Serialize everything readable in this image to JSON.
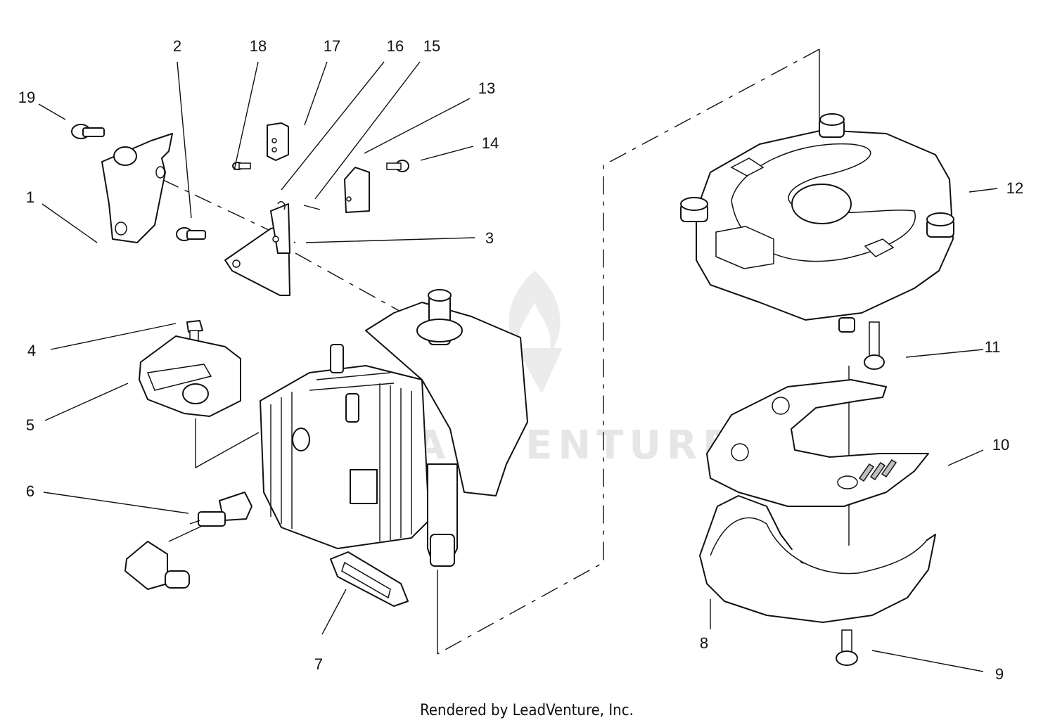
{
  "diagram": {
    "callouts": [
      {
        "id": "1",
        "text": "1"
      },
      {
        "id": "2",
        "text": "2"
      },
      {
        "id": "3",
        "text": "3"
      },
      {
        "id": "4",
        "text": "4"
      },
      {
        "id": "5",
        "text": "5"
      },
      {
        "id": "6",
        "text": "6"
      },
      {
        "id": "7",
        "text": "7"
      },
      {
        "id": "8",
        "text": "8"
      },
      {
        "id": "9",
        "text": "9"
      },
      {
        "id": "10",
        "text": "10"
      },
      {
        "id": "11",
        "text": "11"
      },
      {
        "id": "12",
        "text": "12"
      },
      {
        "id": "13",
        "text": "13"
      },
      {
        "id": "14",
        "text": "14"
      },
      {
        "id": "15",
        "text": "15"
      },
      {
        "id": "16",
        "text": "16"
      },
      {
        "id": "17",
        "text": "17"
      },
      {
        "id": "18",
        "text": "18"
      },
      {
        "id": "19",
        "text": "19"
      }
    ],
    "watermark": "LEADVENTURE",
    "footer": "Rendered by LeadVenture, Inc."
  }
}
